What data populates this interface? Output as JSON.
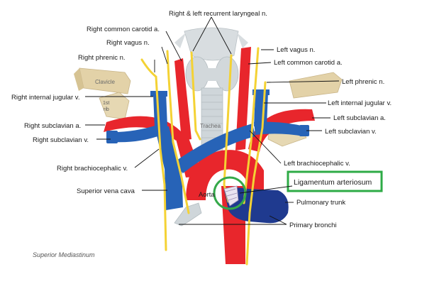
{
  "labels": {
    "recurrent_laryngeal": "Right & left recurrent laryngeal n.",
    "right_common_carotid": "Right common carotid a.",
    "right_vagus": "Right vagus n.",
    "right_phrenic": "Right phrenic n.",
    "right_internal_jugular": "Right internal jugular v.",
    "right_subclavian_a": "Right subclavian a.",
    "right_subclavian_v": "Right subclavian v.",
    "right_brachiocephalic": "Right brachiocephalic v.",
    "superior_vena_cava": "Superior vena cava",
    "left_vagus": "Left vagus n.",
    "left_common_carotid": "Left common carotid a.",
    "left_phrenic": "Left phrenic n.",
    "left_internal_jugular": "Left internal jugular v.",
    "left_subclavian_a": "Left subclavian a.",
    "left_subclavian_v": "Left subclavian v.",
    "left_brachiocephalic": "Left brachiocephalic v.",
    "ligamentum_arteriosum": "Ligamentum arteriosum",
    "pulmonary_trunk": "Pulmonary trunk",
    "primary_bronchi": "Primary bronchi",
    "aorta": "Aorta",
    "trachea": "Trachea",
    "clavicle": "Clavicle",
    "first_rib_line1": "1st",
    "first_rib_line2": "rib"
  },
  "caption": "Superior Mediastinum",
  "colors": {
    "artery": "#e8262c",
    "vein": "#2763b7",
    "pulmonary": "#1f3a8f",
    "nerve": "#f4d234",
    "bone": "#e3d2a8",
    "trachea": "#cfd6da",
    "highlight_box": "#2eab46",
    "highlight_circle": "#35a94a"
  }
}
